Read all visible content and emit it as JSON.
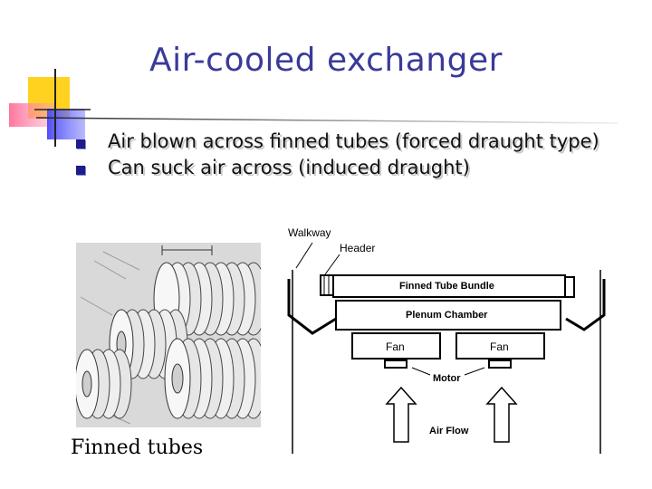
{
  "slide": {
    "title": "Air-cooled exchanger",
    "bullets": [
      "Air blown across finned tubes (forced draught type)",
      "Can suck air across (induced draught)"
    ]
  },
  "finned_tubes_image": {
    "caption": "Finned tubes"
  },
  "exchanger_diagram": {
    "labels": {
      "walkway": "Walkway",
      "header": "Header",
      "tube_bundle": "Finned Tube Bundle",
      "plenum": "Plenum Chamber",
      "fan_left": "Fan",
      "fan_right": "Fan",
      "motor": "Motor",
      "air_flow": "Air Flow"
    }
  },
  "colors": {
    "title": "#3a3a9a",
    "accent_yellow": "#ffd21f",
    "accent_blue": "#5a5aff",
    "accent_pink": "#ff7fa0"
  }
}
